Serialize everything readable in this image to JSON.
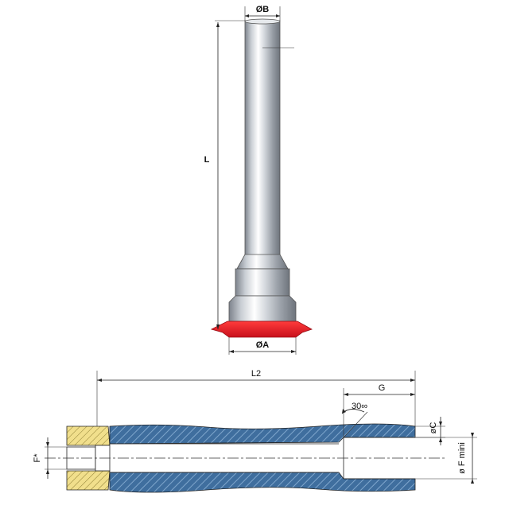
{
  "tool": {
    "labels": {
      "diameter_b": "ØB",
      "length": "L",
      "diameter_a": "ØA"
    }
  },
  "section": {
    "labels": {
      "total_length": "L2",
      "bore_depth": "G",
      "chamfer_angle": "30∞",
      "diameter_c": "øC",
      "diameter_f_mini": "ø F mini",
      "f_star": "F*"
    }
  },
  "colors": {
    "steel_dark": "#8a9099",
    "steel_light": "#f2f4f6",
    "red_collar": "#e3202a",
    "hatch_blue": "#3f6e9e",
    "hatch_yellow": "#e8d070",
    "line": "#222222"
  }
}
